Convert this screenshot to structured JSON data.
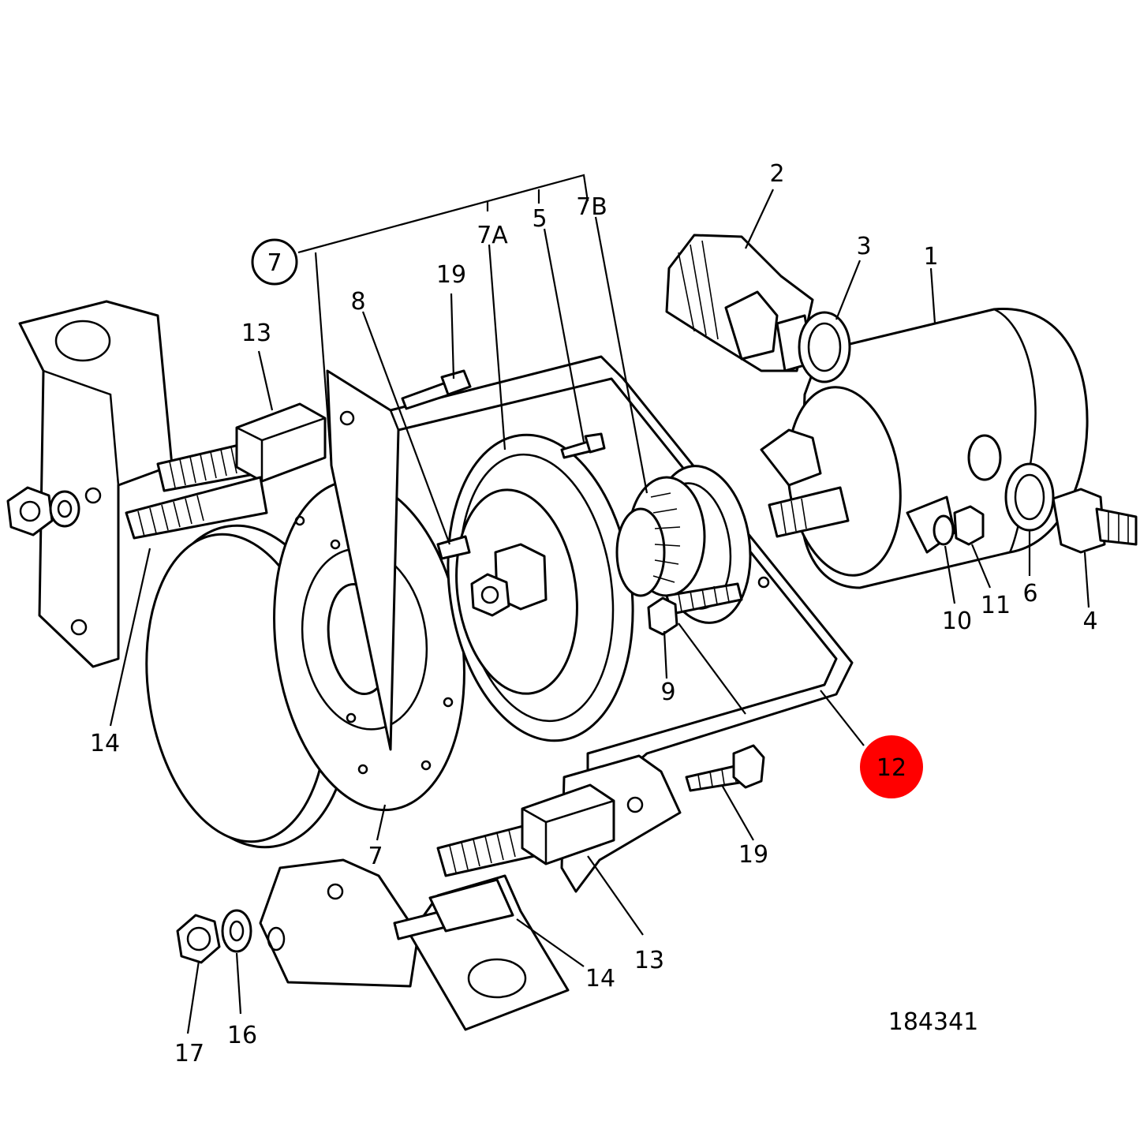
{
  "diagram": {
    "drawing_number": "184341",
    "highlight_color": "#ff0000",
    "labels": {
      "p1": "1",
      "p2": "2",
      "p3": "3",
      "p4": "4",
      "p5": "5",
      "p6": "6",
      "p7_circled": "7",
      "p7": "7",
      "p7a": "7A",
      "p7b": "7B",
      "p8": "8",
      "p9": "9",
      "p10": "10",
      "p11": "11",
      "p12_highlight": "12",
      "p13_top": "13",
      "p13_bottom": "13",
      "p14_left": "14",
      "p14_bottom": "14",
      "p16": "16",
      "p17": "17",
      "p19_top": "19",
      "p19_bottom": "19"
    }
  }
}
